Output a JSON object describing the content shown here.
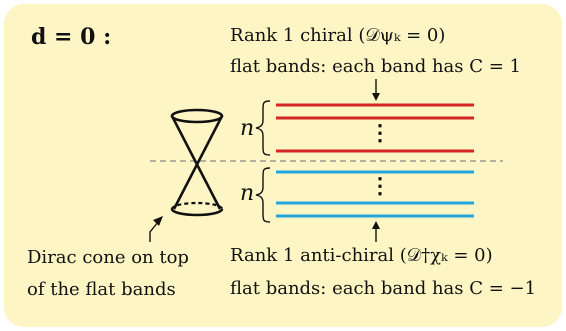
{
  "title": "d = 0 :",
  "top_label": {
    "line1": "Rank 1 chiral (𝒟ψₖ = 0)",
    "line2": "flat bands: each band has C = 1"
  },
  "bottom_label": {
    "line1": "Rank 1 anti-chiral (𝒟†χₖ = 0)",
    "line2": "flat bands: each band has C = −1"
  },
  "cone_label": {
    "line1": "Dirac cone on top",
    "line2": "of the flat bands"
  },
  "upper_group": {
    "count_label": "n",
    "dots": "⋮"
  },
  "lower_group": {
    "count_label": "n",
    "dots": "⋮"
  },
  "colors": {
    "background": "#fdf6c4",
    "upper_bands": "#d42525",
    "lower_bands": "#22a6dd",
    "ink": "#111111",
    "dashed_line": "#888888"
  }
}
